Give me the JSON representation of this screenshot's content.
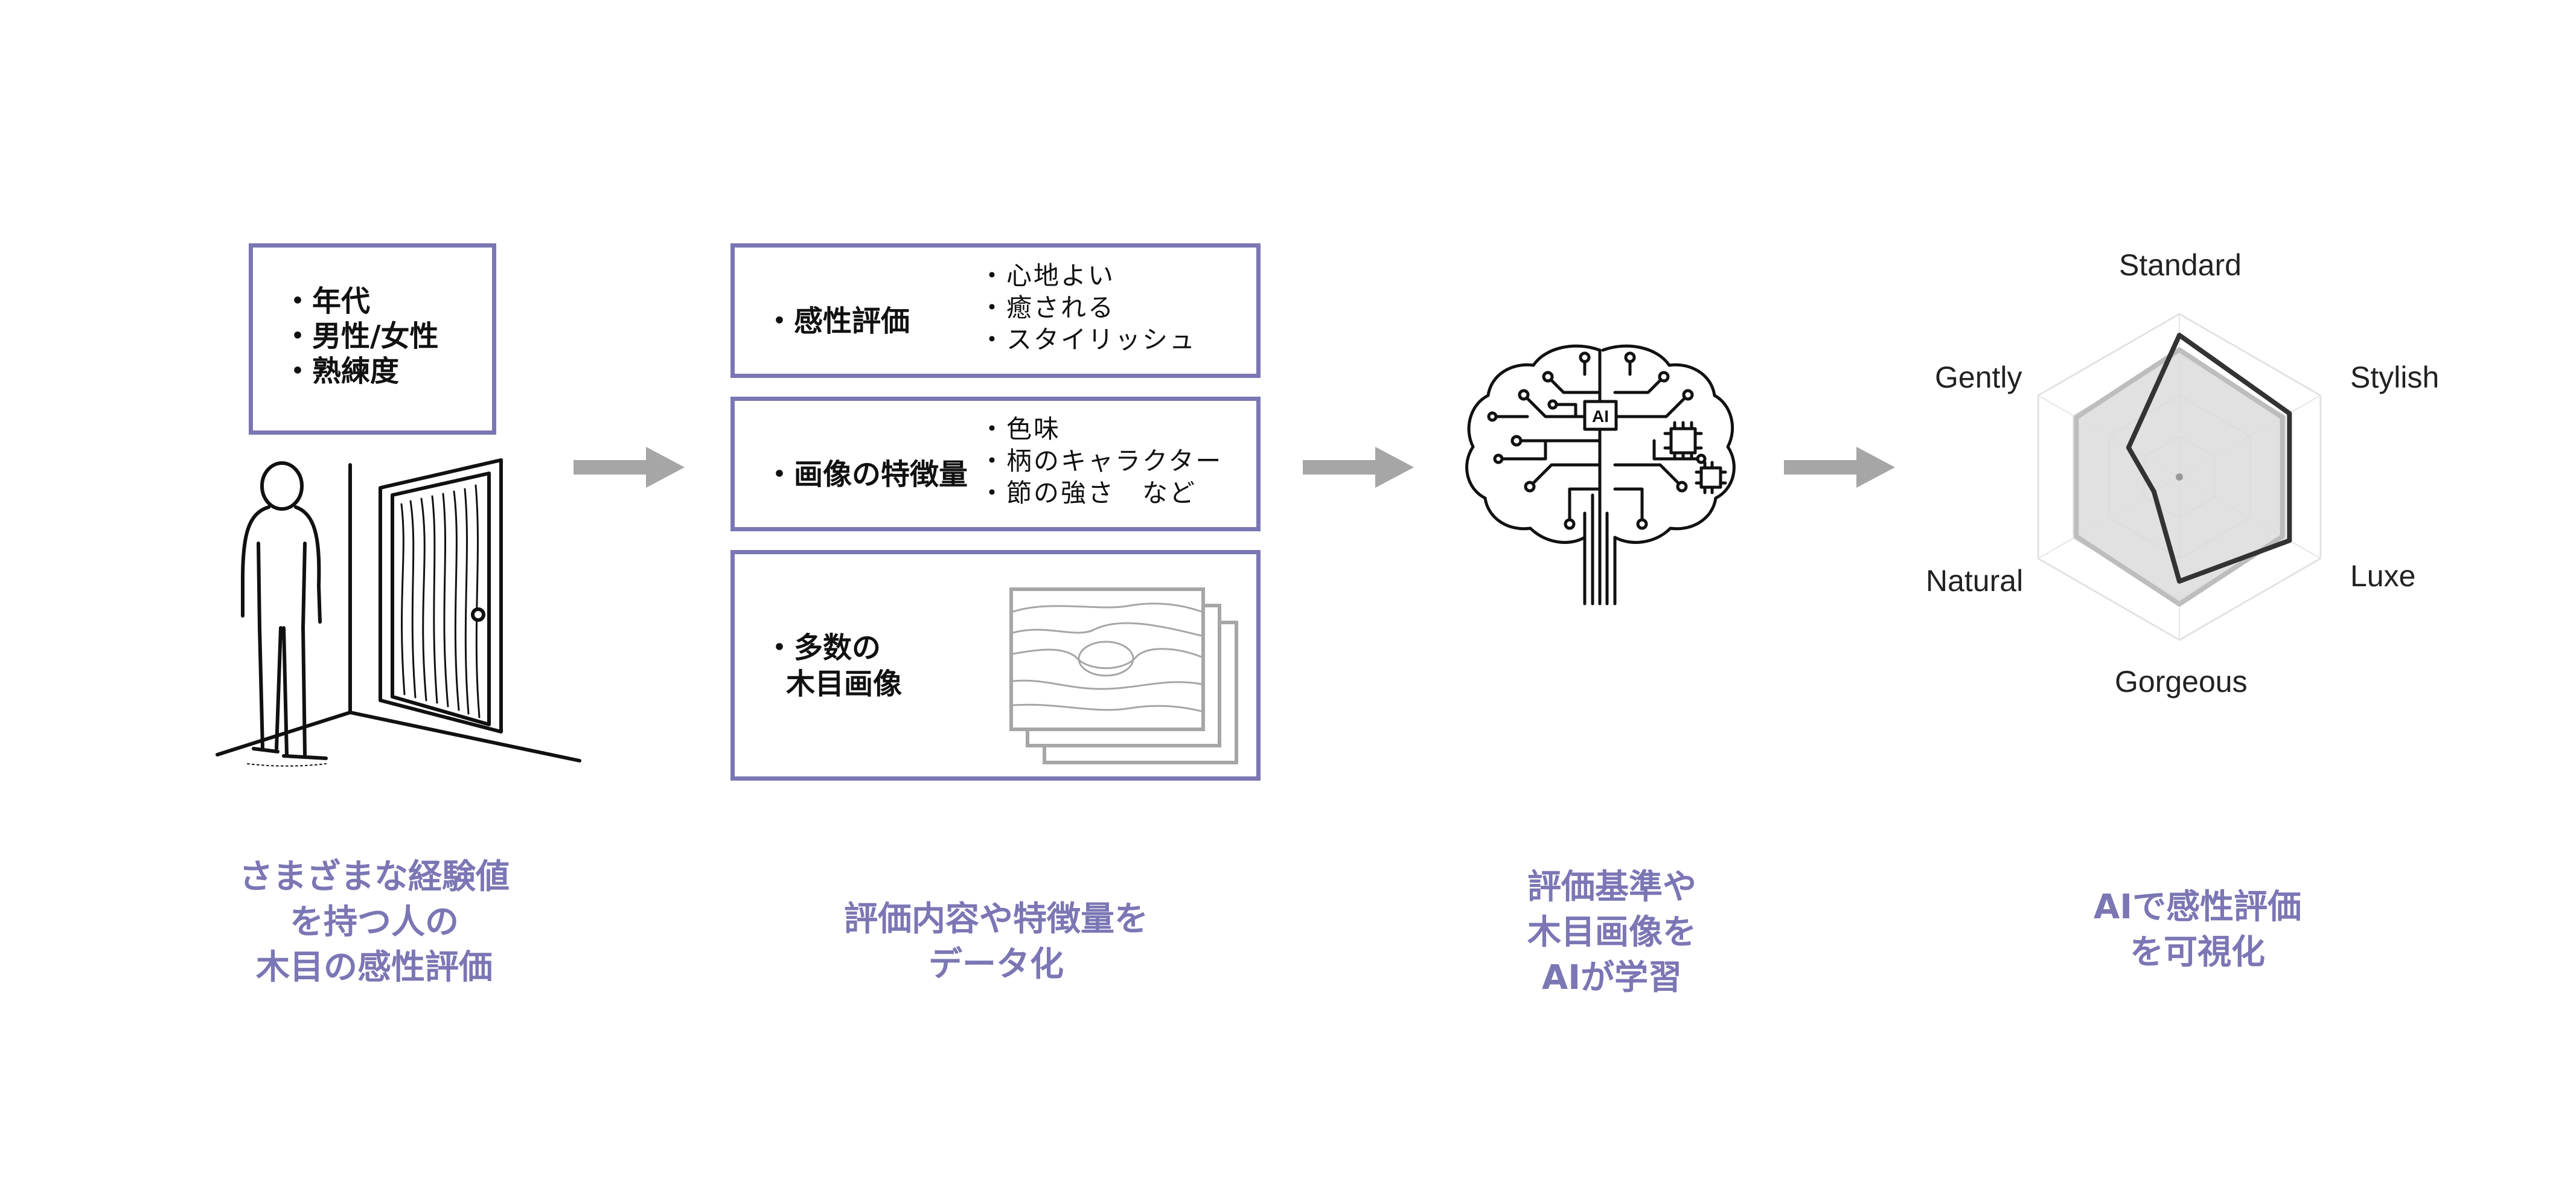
{
  "person_box": {
    "items": [
      "・年代",
      "・男性/女性",
      "・熟練度"
    ]
  },
  "data_boxes": {
    "kansei": {
      "label": "・感性評価",
      "items": [
        "・心地よい",
        "・癒される",
        "・スタイリッシュ"
      ]
    },
    "features": {
      "label": "・画像の特徴量",
      "items": [
        "・色味",
        "・柄のキャラクター",
        "・節の強さ　など"
      ]
    },
    "images": {
      "label_line1": "・多数の",
      "label_line2": "木目画像"
    }
  },
  "brain": {
    "chip_label": "AI"
  },
  "captions": {
    "step1": "さまざまな経験値\nを持つ人の\n木目の感性評価",
    "step2": "評価内容や特徴量を\nデータ化",
    "step3": "評価基準や\n木目画像を\nAIが学習",
    "step4": "AIで感性評価\nを可視化"
  },
  "colors": {
    "accent": "#7b76b4",
    "arrow": "#a6a6a6",
    "line": "#111111"
  },
  "icons": [
    "person-icon",
    "door-icon",
    "wood-grain-images-icon",
    "brain-circuit-icon",
    "arrow-right-icon"
  ],
  "chart_data": {
    "type": "radar",
    "axes": [
      "Standard",
      "Stylish",
      "Luxe",
      "Gorgeous",
      "Natural",
      "Gently"
    ],
    "rmax": 1,
    "series": [
      {
        "values": [
          0.78,
          0.73,
          0.73,
          0.78,
          0.73,
          0.73
        ],
        "color": "#bdbdbd",
        "fill": "#dcdcdc"
      },
      {
        "values": [
          0.87,
          0.78,
          0.78,
          0.64,
          0.18,
          0.36
        ],
        "color": "#333333",
        "fill": "none"
      }
    ],
    "grid_levels": [
      0.25,
      0.5,
      0.75,
      1.0
    ]
  }
}
